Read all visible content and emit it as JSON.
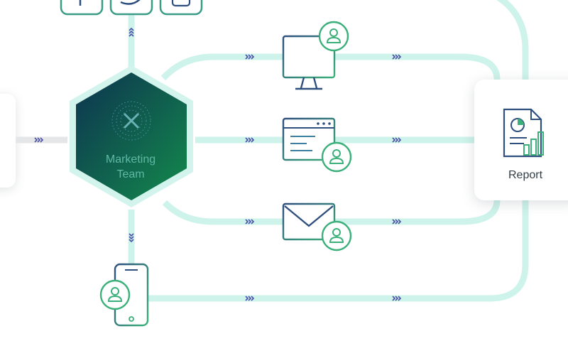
{
  "hub": {
    "line1": "Marketing",
    "line2": "Team"
  },
  "report": {
    "label": "Report"
  },
  "icons": {
    "social": [
      "facebook-icon",
      "twitter-icon",
      "instagram-icon"
    ],
    "channels": [
      "desktop-icon",
      "browser-window-icon",
      "envelope-icon",
      "smartphone-icon"
    ],
    "user": "user-avatar-icon",
    "report": "report-chart-icon"
  },
  "colors": {
    "connector": "#cdf3ea",
    "hub_dark": "#0d3350",
    "hub_light": "#138a4c",
    "icon_blue": "#2f4f7f",
    "icon_green": "#3bb07a",
    "arrow": "#4a4fa8"
  }
}
